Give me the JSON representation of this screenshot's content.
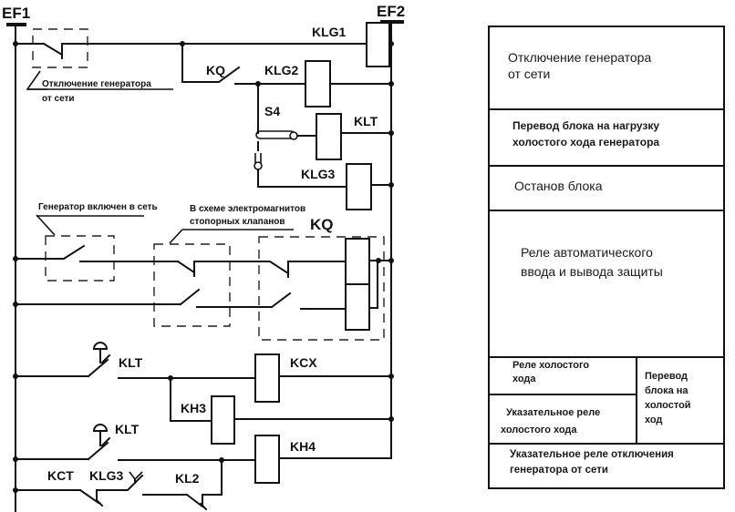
{
  "diagram": {
    "buses": {
      "left": "EF1",
      "right": "EF2"
    },
    "relays": {
      "klg1": "KLG1",
      "klg2": "KLG2",
      "klt": "KLT",
      "klg3": "KLG3",
      "kq": "KQ",
      "kcx": "KCX",
      "kh3": "KH3",
      "kh4": "KH4"
    },
    "contacts": {
      "kq_contact": "KQ",
      "s4_switch": "S4",
      "klt_contact_1": "KLT",
      "klt_contact_2": "KLT",
      "kct_contact": "KCT",
      "klg3_contact": "KLG3",
      "kl2_contact": "KL2"
    },
    "annotations": {
      "generator_disconnect": [
        "Отключение  генератора",
        "от сети"
      ],
      "generator_connected": "Генератор включен в сеть",
      "stop_valves": [
        "В схеме электромагнитов",
        "стопорных клапанов"
      ]
    }
  },
  "function_table": {
    "rows": [
      {
        "text": [
          "Отключение генератора",
          "от сети"
        ]
      },
      {
        "text": [
          "Перевод блока на нагрузку",
          "холостого хода генератора"
        ]
      },
      {
        "text": [
          "Останов блока"
        ]
      },
      {
        "text": [
          "Реле автоматического",
          "ввода и вывода защиты"
        ]
      },
      {
        "text": [
          "Реле холостого",
          "хода"
        ]
      },
      {
        "text": [
          "Указательное реле",
          "холостого   хода"
        ]
      },
      {
        "text": [
          "Перевод",
          "блока на",
          "холостой",
          "ход"
        ]
      },
      {
        "text": [
          "Указательное реле  отключения",
          "генератора от сети"
        ]
      }
    ]
  }
}
